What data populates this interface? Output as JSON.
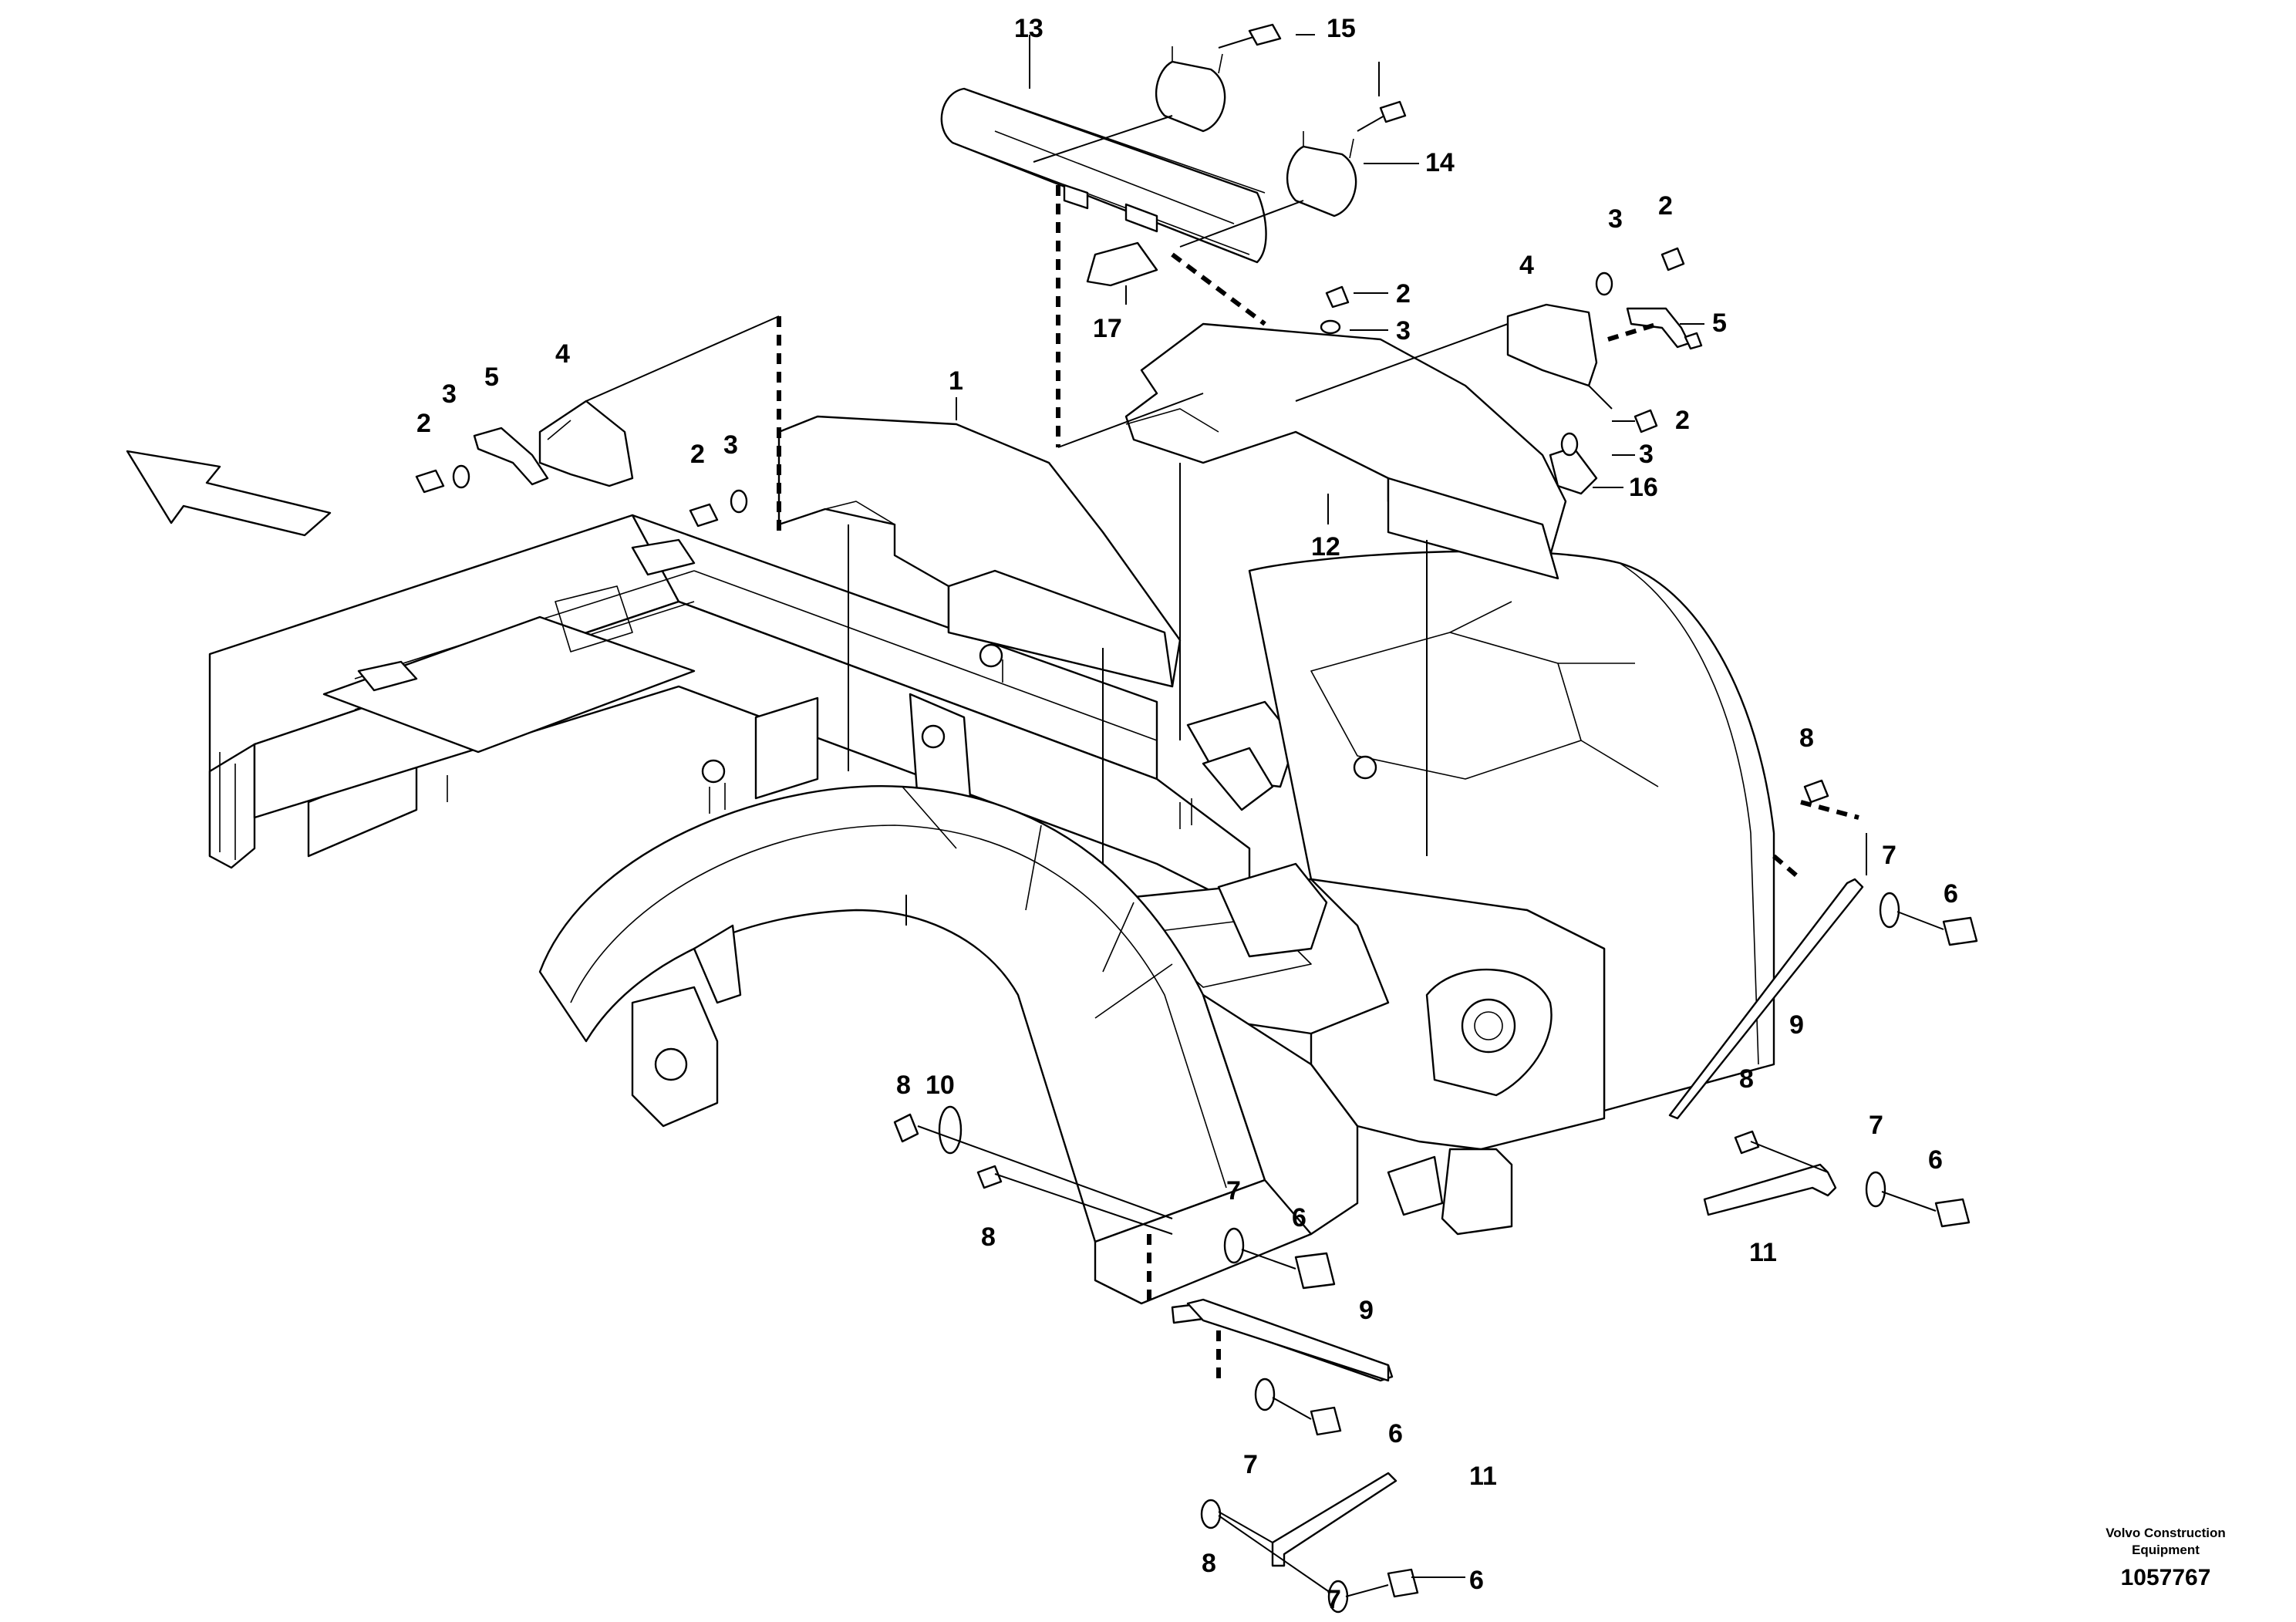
{
  "callouts": [
    "1",
    "2",
    "3",
    "4",
    "5",
    "6",
    "7",
    "8",
    "9",
    "10",
    "11",
    "12",
    "13",
    "14",
    "15",
    "16",
    "17"
  ],
  "footer": {
    "brand_line1": "Volvo Construction",
    "brand_line2": "Equipment",
    "document_number": "1057767"
  }
}
